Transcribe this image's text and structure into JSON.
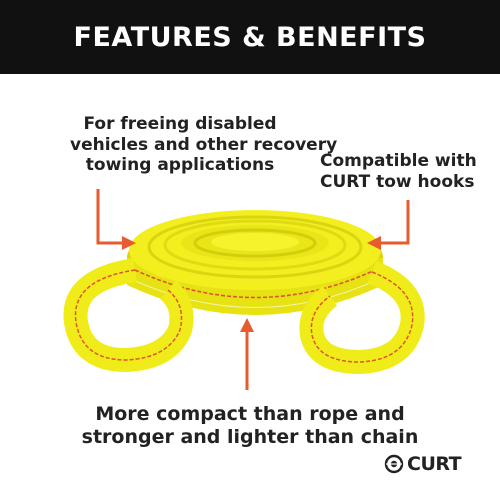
{
  "banner": {
    "title": "FEATURES & BENEFITS"
  },
  "callouts": {
    "top": {
      "lines": [
        "For freeing disabled",
        "vehicles and other recovery",
        "towing applications"
      ]
    },
    "right": {
      "lines": [
        "Compatible with",
        "CURT tow hooks"
      ]
    },
    "bottom": {
      "lines": [
        "More compact than rope and",
        "stronger and lighter than chain"
      ]
    }
  },
  "brand": {
    "name": "CURT",
    "logo_icon": "curt-ring-logo-icon"
  },
  "colors": {
    "banner_bg": "#111111",
    "banner_text": "#ffffff",
    "strap_yellow": "#f2ee1a",
    "stitch_red": "#e0542a",
    "arrow_orange": "#e85a2f",
    "body_text": "#222222"
  }
}
